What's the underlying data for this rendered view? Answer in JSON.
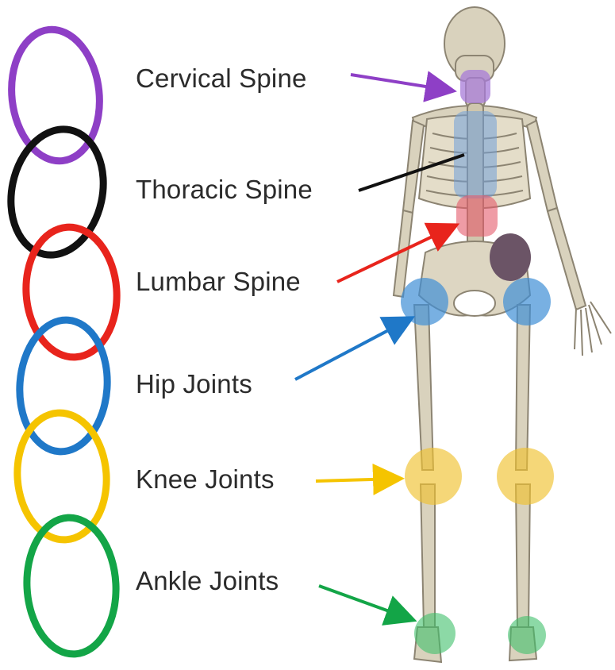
{
  "diagram": {
    "labels": [
      {
        "text": "Cervical Spine",
        "color": "#8e3fc6"
      },
      {
        "text": "Thoracic Spine",
        "color": "#111111"
      },
      {
        "text": "Lumbar Spine",
        "color": "#e8241c"
      },
      {
        "text": "Hip Joints",
        "color": "#1f78c8"
      },
      {
        "text": "Knee Joints",
        "color": "#f5c400"
      },
      {
        "text": "Ankle Joints",
        "color": "#13a547"
      }
    ],
    "highlights": {
      "cervical": "#a77bd8",
      "thoracic": "#6f9fd8",
      "lumbar": "#e45a6a",
      "hip": "#3f8fd6",
      "knee": "#f0c230",
      "ankle": "#3fbf6a"
    },
    "bone_color": "#d9d2bd",
    "bone_edge": "#8c8472",
    "pelvis_shadow": "#6b5466"
  }
}
